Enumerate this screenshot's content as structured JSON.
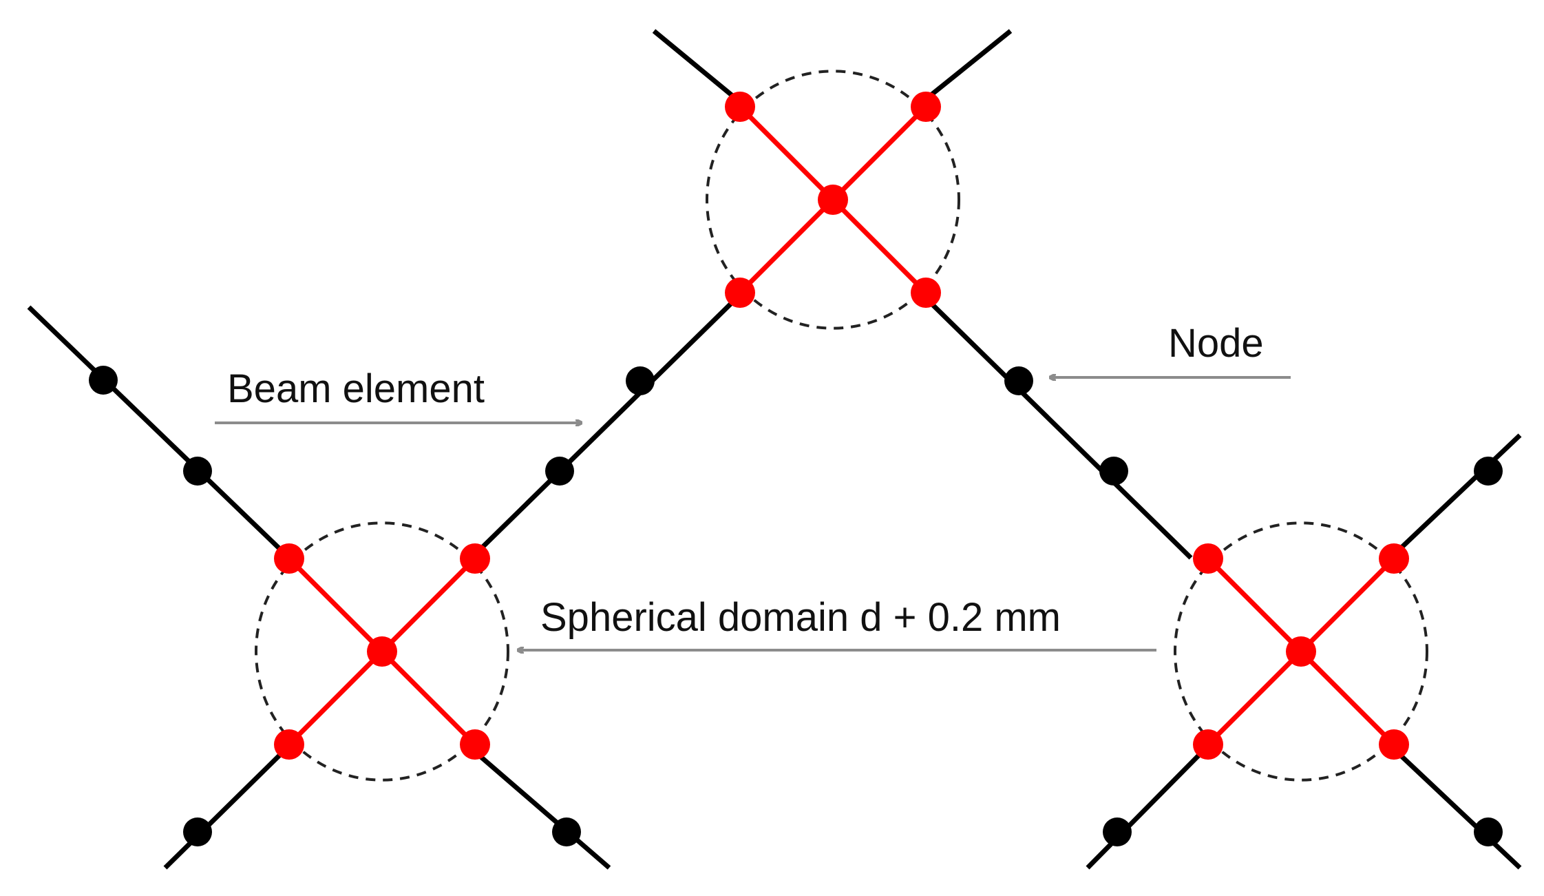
{
  "labels": {
    "beam_element": "Beam element",
    "node": "Node",
    "spherical_domain": "Spherical domain d + 0.2 mm"
  },
  "colors": {
    "beam": "#000000",
    "joint_beam": "#ff0000",
    "node": "#000000",
    "joint_node": "#ff0000",
    "domain_outline": "#222222",
    "arrow": "#8c8c8c",
    "text": "#111111",
    "background": "#ffffff"
  }
}
